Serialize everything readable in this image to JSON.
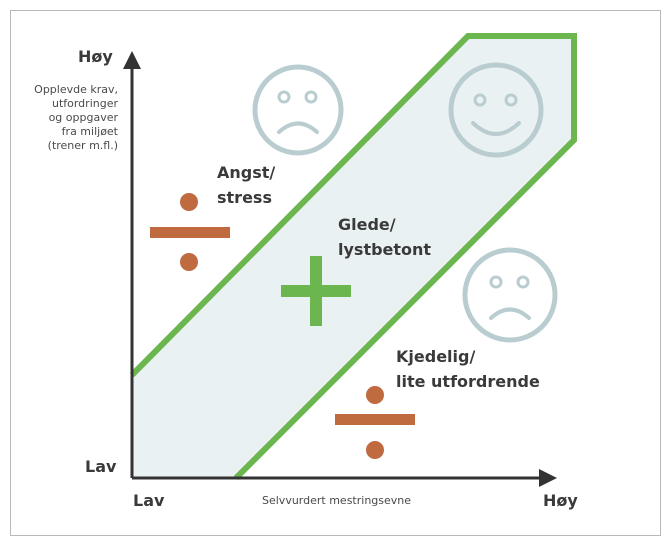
{
  "axes": {
    "y_high": "Høy",
    "y_low": "Lav",
    "x_low": "Lav",
    "x_high": "Høy",
    "x_title": "Selvvurdert mestringsevne",
    "y_title_lines": [
      "Opplevde krav,",
      "utfordringer",
      "og oppgaver",
      "fra miljøet",
      "(trener m.fl.)"
    ]
  },
  "zones": {
    "anxiety": {
      "lines": [
        "Angst/",
        "stress"
      ],
      "symbol": "division-sign",
      "face": "sad-face"
    },
    "flow": {
      "lines": [
        "Glede/",
        "lystbetont"
      ],
      "symbol": "plus-sign",
      "face": "happy-face"
    },
    "boredom": {
      "lines": [
        "Kjedelig/",
        "lite utfordrende"
      ],
      "symbol": "division-sign",
      "face": "sad-face"
    }
  },
  "colors": {
    "band_fill": "#eaf1f2",
    "band_stroke": "#6cb64f",
    "plus": "#6cb64f",
    "division": "#c06a3f",
    "face": "#b9cdd0",
    "axis": "#333333"
  }
}
